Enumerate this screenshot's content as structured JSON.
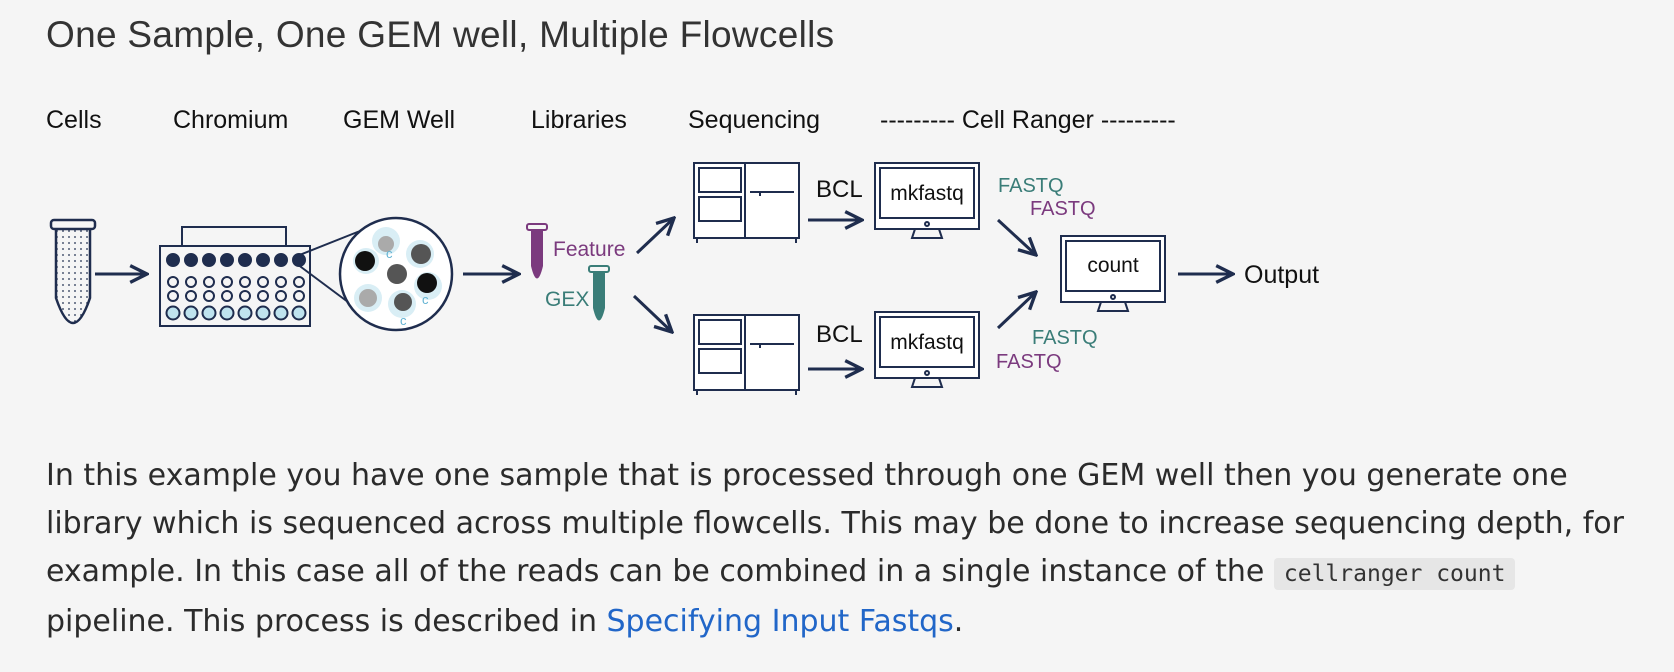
{
  "title": "One Sample, One GEM well, Multiple Flowcells",
  "diagram": {
    "stage_labels": {
      "cells": "Cells",
      "chromium": "Chromium",
      "gem_well": "GEM Well",
      "libraries": "Libraries",
      "sequencing": "Sequencing",
      "cell_ranger": "--------- Cell Ranger ---------"
    },
    "library_feature": "Feature",
    "library_gex": "GEX",
    "bcl_top": "BCL",
    "bcl_bottom": "BCL",
    "mkfastq_top": "mkfastq",
    "mkfastq_bottom": "mkfastq",
    "fastq_top_1": "FASTQ",
    "fastq_top_2": "FASTQ",
    "fastq_bottom_1": "FASTQ",
    "fastq_bottom_2": "FASTQ",
    "count": "count",
    "output": "Output",
    "bead_letter": "c",
    "colors": {
      "navy": "#1f2d4e",
      "feature_purple": "#7b3a7e",
      "gex_teal": "#3a7d78",
      "bead_blue": "#bfe3ee"
    }
  },
  "paragraph": {
    "text1": "In this example you have one sample that is processed through one GEM well then you generate one library which is sequenced across multiple flowcells. This may be done to increase sequencing depth, for example. In this case all of the reads can be combined in a single instance of the ",
    "code": "cellranger count",
    "text2": " pipeline. This process is described in ",
    "link": "Specifying Input Fastqs",
    "text3": "."
  }
}
